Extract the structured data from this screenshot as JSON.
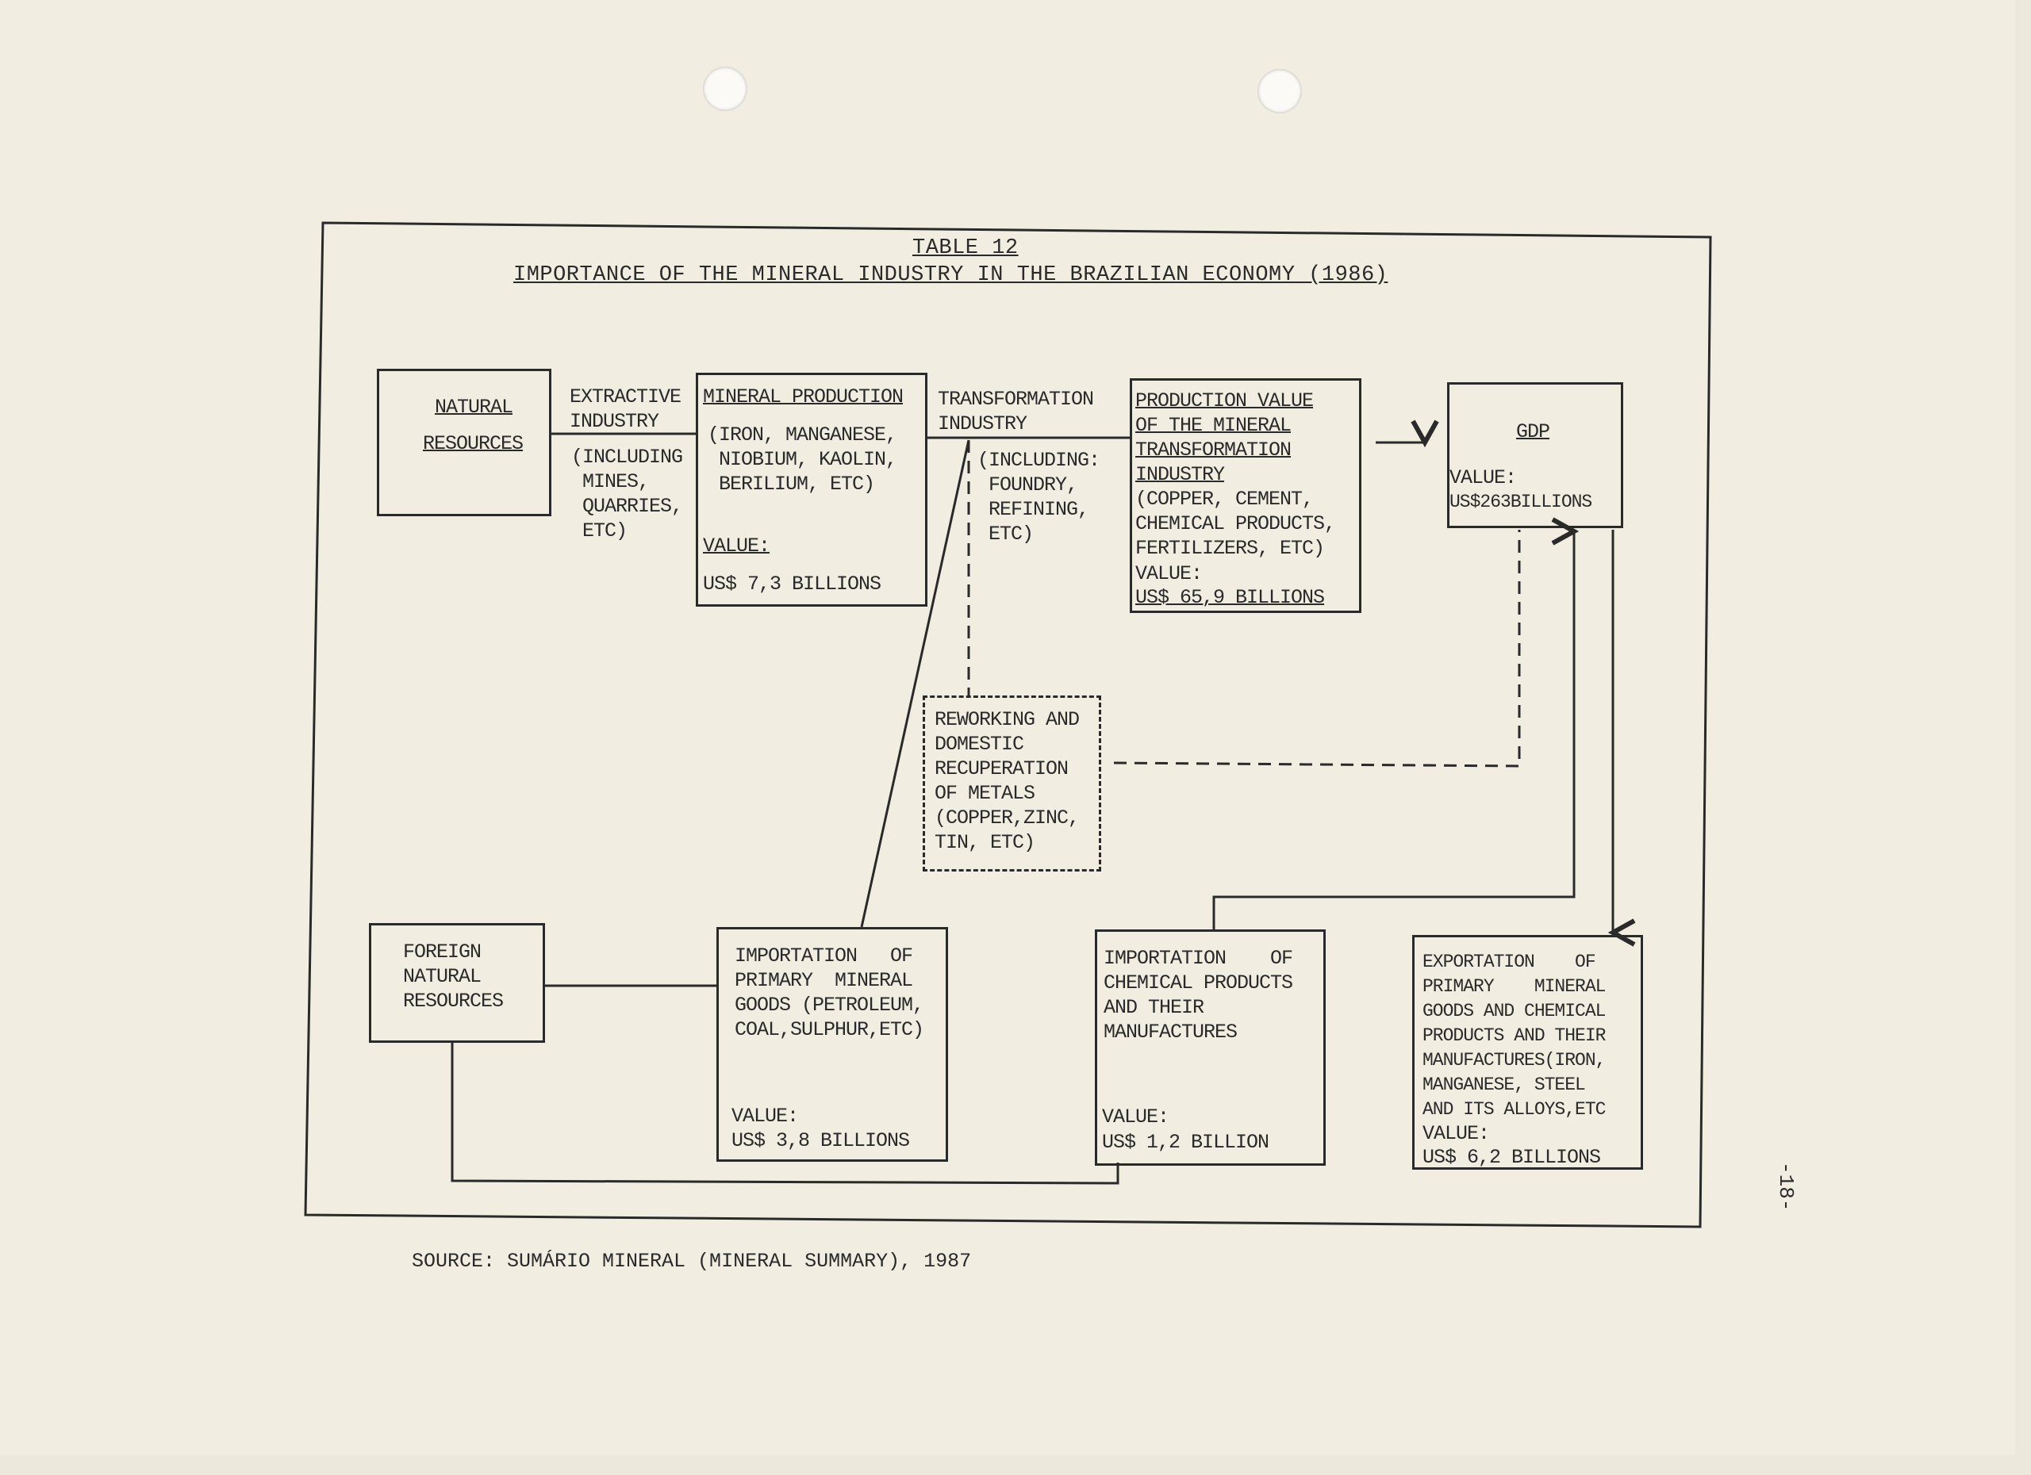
{
  "table_label": "TABLE 12",
  "title": "IMPORTANCE OF THE MINERAL INDUSTRY IN THE BRAZILIAN ECONOMY (1986)",
  "nodes": {
    "natural_resources": {
      "line1": "NATURAL",
      "line2": "RESOURCES"
    },
    "extractive": {
      "label": "EXTRACTIVE\nINDUSTRY",
      "detail": "(INCLUDING\n MINES,\n QUARRIES,\n ETC)"
    },
    "mineral_production": {
      "label": "MINERAL PRODUCTION",
      "detail": "(IRON, MANGANESE,\n NIOBIUM, KAOLIN,\n BERILIUM, ETC)",
      "value_label": "VALUE:",
      "value": "US$ 7,3 BILLIONS"
    },
    "transformation": {
      "label": "TRANSFORMATION\nINDUSTRY",
      "detail": "(INCLUDING:\n FOUNDRY,\n REFINING,\n ETC)"
    },
    "production_value": {
      "label": "PRODUCTION VALUE\nOF THE MINERAL\nTRANSFORMATION\nINDUSTRY",
      "detail": "(COPPER, CEMENT,\nCHEMICAL PRODUCTS,\nFERTILIZERS, ETC)",
      "value_label": "VALUE:",
      "value": "US$ 65,9 BILLIONS"
    },
    "gdp": {
      "label": "GDP",
      "value_label": "VALUE:",
      "value": "US$263BILLIONS"
    },
    "reworking": {
      "label": "REWORKING AND\nDOMESTIC\nRECUPERATION\nOF METALS\n(COPPER,ZINC,\nTIN, ETC)"
    },
    "foreign": {
      "label": "FOREIGN\nNATURAL\nRESOURCES"
    },
    "import_primary": {
      "label": "IMPORTATION   OF\nPRIMARY  MINERAL\nGOODS (PETROLEUM,\nCOAL,SULPHUR,ETC)",
      "value_label": "VALUE:",
      "value": "US$ 3,8 BILLIONS"
    },
    "import_chemical": {
      "label": "IMPORTATION    OF\nCHEMICAL PRODUCTS\nAND THEIR\nMANUFACTURES",
      "value_label": "VALUE:",
      "value": "US$ 1,2 BILLION"
    },
    "export": {
      "label": "EXPORTATION    OF\nPRIMARY    MINERAL\nGOODS AND CHEMICAL\nPRODUCTS AND THEIR\nMANUFACTURES(IRON,\nMANGANESE, STEEL\nAND ITS ALLOYS,ETC",
      "value_label": "VALUE:",
      "value": "US$ 6,2 BILLIONS"
    }
  },
  "source": "SOURCE: SUMÁRIO MINERAL (MINERAL SUMMARY), 1987",
  "page_number": "-18-"
}
